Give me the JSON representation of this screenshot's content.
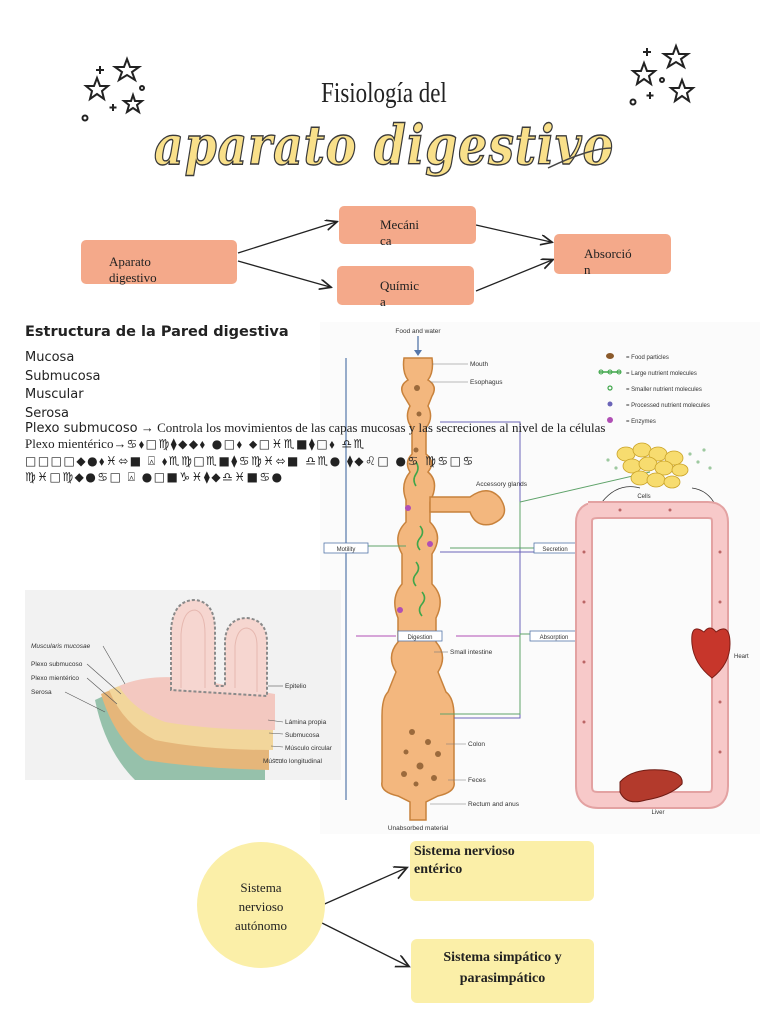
{
  "header": {
    "title_line1": "Fisiología del",
    "title_line2": "aparato digestivo"
  },
  "flow": {
    "root": [
      "Aparato",
      "digestivo"
    ],
    "mecanica": [
      "Mecáni",
      "ca"
    ],
    "quimica": [
      "Químic",
      "a"
    ],
    "absorcion": [
      "Absorció",
      "n"
    ]
  },
  "section": {
    "heading": "Estructura de la Pared digestiva",
    "layers": [
      "Mucosa",
      "Submucosa",
      "Muscular",
      "Serosa"
    ],
    "plexo_sub_label": "Plexo submucoso",
    "plexo_sub_text": "Controla los movimientos de las capas mucosas y las secreciones al nivel de la células",
    "plexo_mien_label": "Plexo mientérico",
    "wingdings_line1": "♋⬧□♍⧫◆◆⬧ ●□⬧ ⬥□♓♏■⧫□⬧ ♎♏",
    "wingdings_line2": "□□□□◆●⬧♓⬄■ ⍓ ⬧♏♍□♏■⧫♋♍♓⬄■ ♎♏● ⧫◆♌□ ●♋ ♍♋□♋",
    "wingdings_line3": "♍♓□♍◆●♋□ ⍓ ●□■♑♓⧫◆♎♓■♋●"
  },
  "wall_figure": {
    "labels_left": [
      "Muscularis mucosae",
      "Plexo submucoso",
      "Plexo mientérico",
      "Serosa"
    ],
    "labels_right": [
      "Epitelio",
      "Lámina propia",
      "Submucosa",
      "Músculo circular",
      "Músculo longitudinal"
    ]
  },
  "digestion_figure": {
    "top_label": "Food and water",
    "bottom_label": "Unabsorbed material",
    "organs": [
      "Mouth",
      "Esophagus",
      "Accessory glands",
      "Small intestine",
      "Colon",
      "Feces",
      "Rectum and anus"
    ],
    "process_boxes": [
      "Motility",
      "Secretion",
      "Digestion",
      "Absorption"
    ],
    "legend": [
      "= Food particles",
      "= Large nutrient molecules",
      "= Smaller nutrient molecules",
      "= Processed nutrient molecules",
      "= Enzymes"
    ],
    "right_labels": [
      "Cells",
      "Heart",
      "Liver"
    ],
    "colors": {
      "tract": "#f3b77e",
      "tract_edge": "#c8823c",
      "vessel": "#f7c9c9",
      "vessel_edge": "#d98c8c",
      "green": "#3fa64a",
      "cells": "#f7dc6f"
    }
  },
  "nervous": {
    "autonomo": [
      "Sistema",
      "nervioso",
      "autónomo"
    ],
    "enterico": [
      "Sistema nervioso",
      "entérico"
    ],
    "simpatico": [
      "Sistema simpático y",
      "parasimpático"
    ]
  },
  "colors": {
    "salmon": "#f4a98a",
    "yellow": "#fbefa8",
    "title_yellow": "#f9e08a",
    "title_blue": "#b8d3ef"
  }
}
